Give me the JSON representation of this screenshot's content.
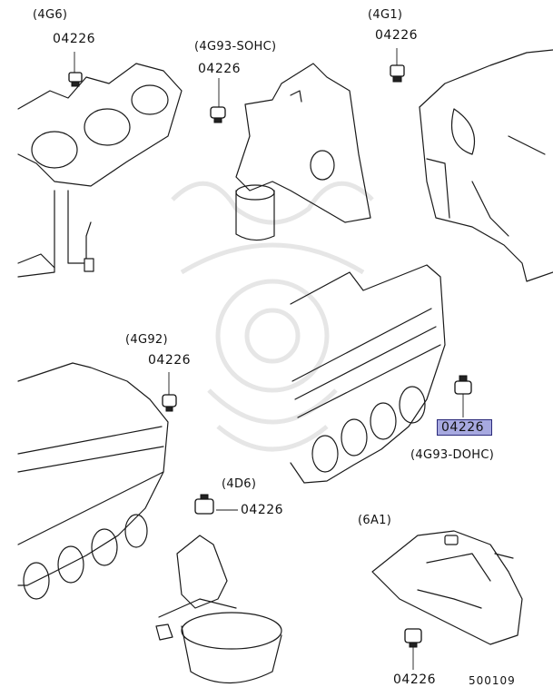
{
  "callouts": [
    {
      "variant": "(4G6)",
      "part_no": "04226"
    },
    {
      "variant": "(4G93-SOHC)",
      "part_no": "04226"
    },
    {
      "variant": "(4G1)",
      "part_no": "04226"
    },
    {
      "variant": "(4G92)",
      "part_no": "04226"
    },
    {
      "variant": "(4G93-DOHC)",
      "part_no": "04226",
      "highlighted": true
    },
    {
      "variant": "(4D6)",
      "part_no": "04226"
    },
    {
      "variant": "(6A1)",
      "part_no": "04226"
    }
  ],
  "highlight_color": "#a7a9e0",
  "diagram_ref": "500109"
}
